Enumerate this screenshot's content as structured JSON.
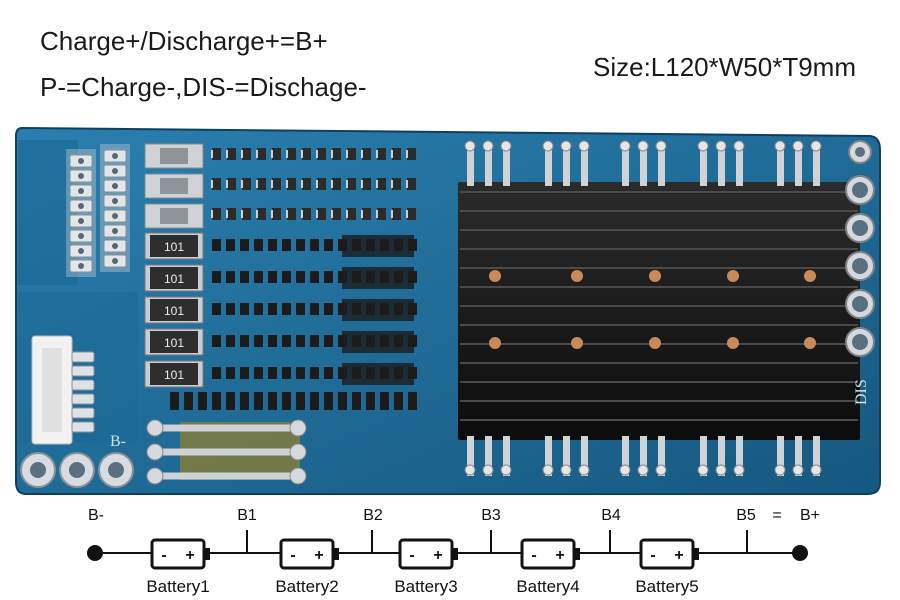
{
  "header": {
    "line1": "Charge+/Discharge+=B+",
    "line2": "P-=Charge-,DIS-=Dischage-",
    "size": "Size:L120*W50*T9mm"
  },
  "board": {
    "resistor_labels": [
      "101",
      "101",
      "101",
      "101",
      "101"
    ],
    "silk_bminus": "B-",
    "silk_dis": "DIS"
  },
  "diagram": {
    "nodes": [
      "B-",
      "B1",
      "B2",
      "B3",
      "B4",
      "B5"
    ],
    "equals": "=",
    "bplus": "B+",
    "batteries": [
      "Battery1",
      "Battery2",
      "Battery3",
      "Battery4",
      "Battery5"
    ],
    "cell_minus": "-",
    "cell_plus": "+"
  },
  "colors": {
    "pcb": "#1e6f9e",
    "pcb_dark": "#175c86",
    "heatsink": "#161616",
    "pad": "#d5d8dc"
  }
}
